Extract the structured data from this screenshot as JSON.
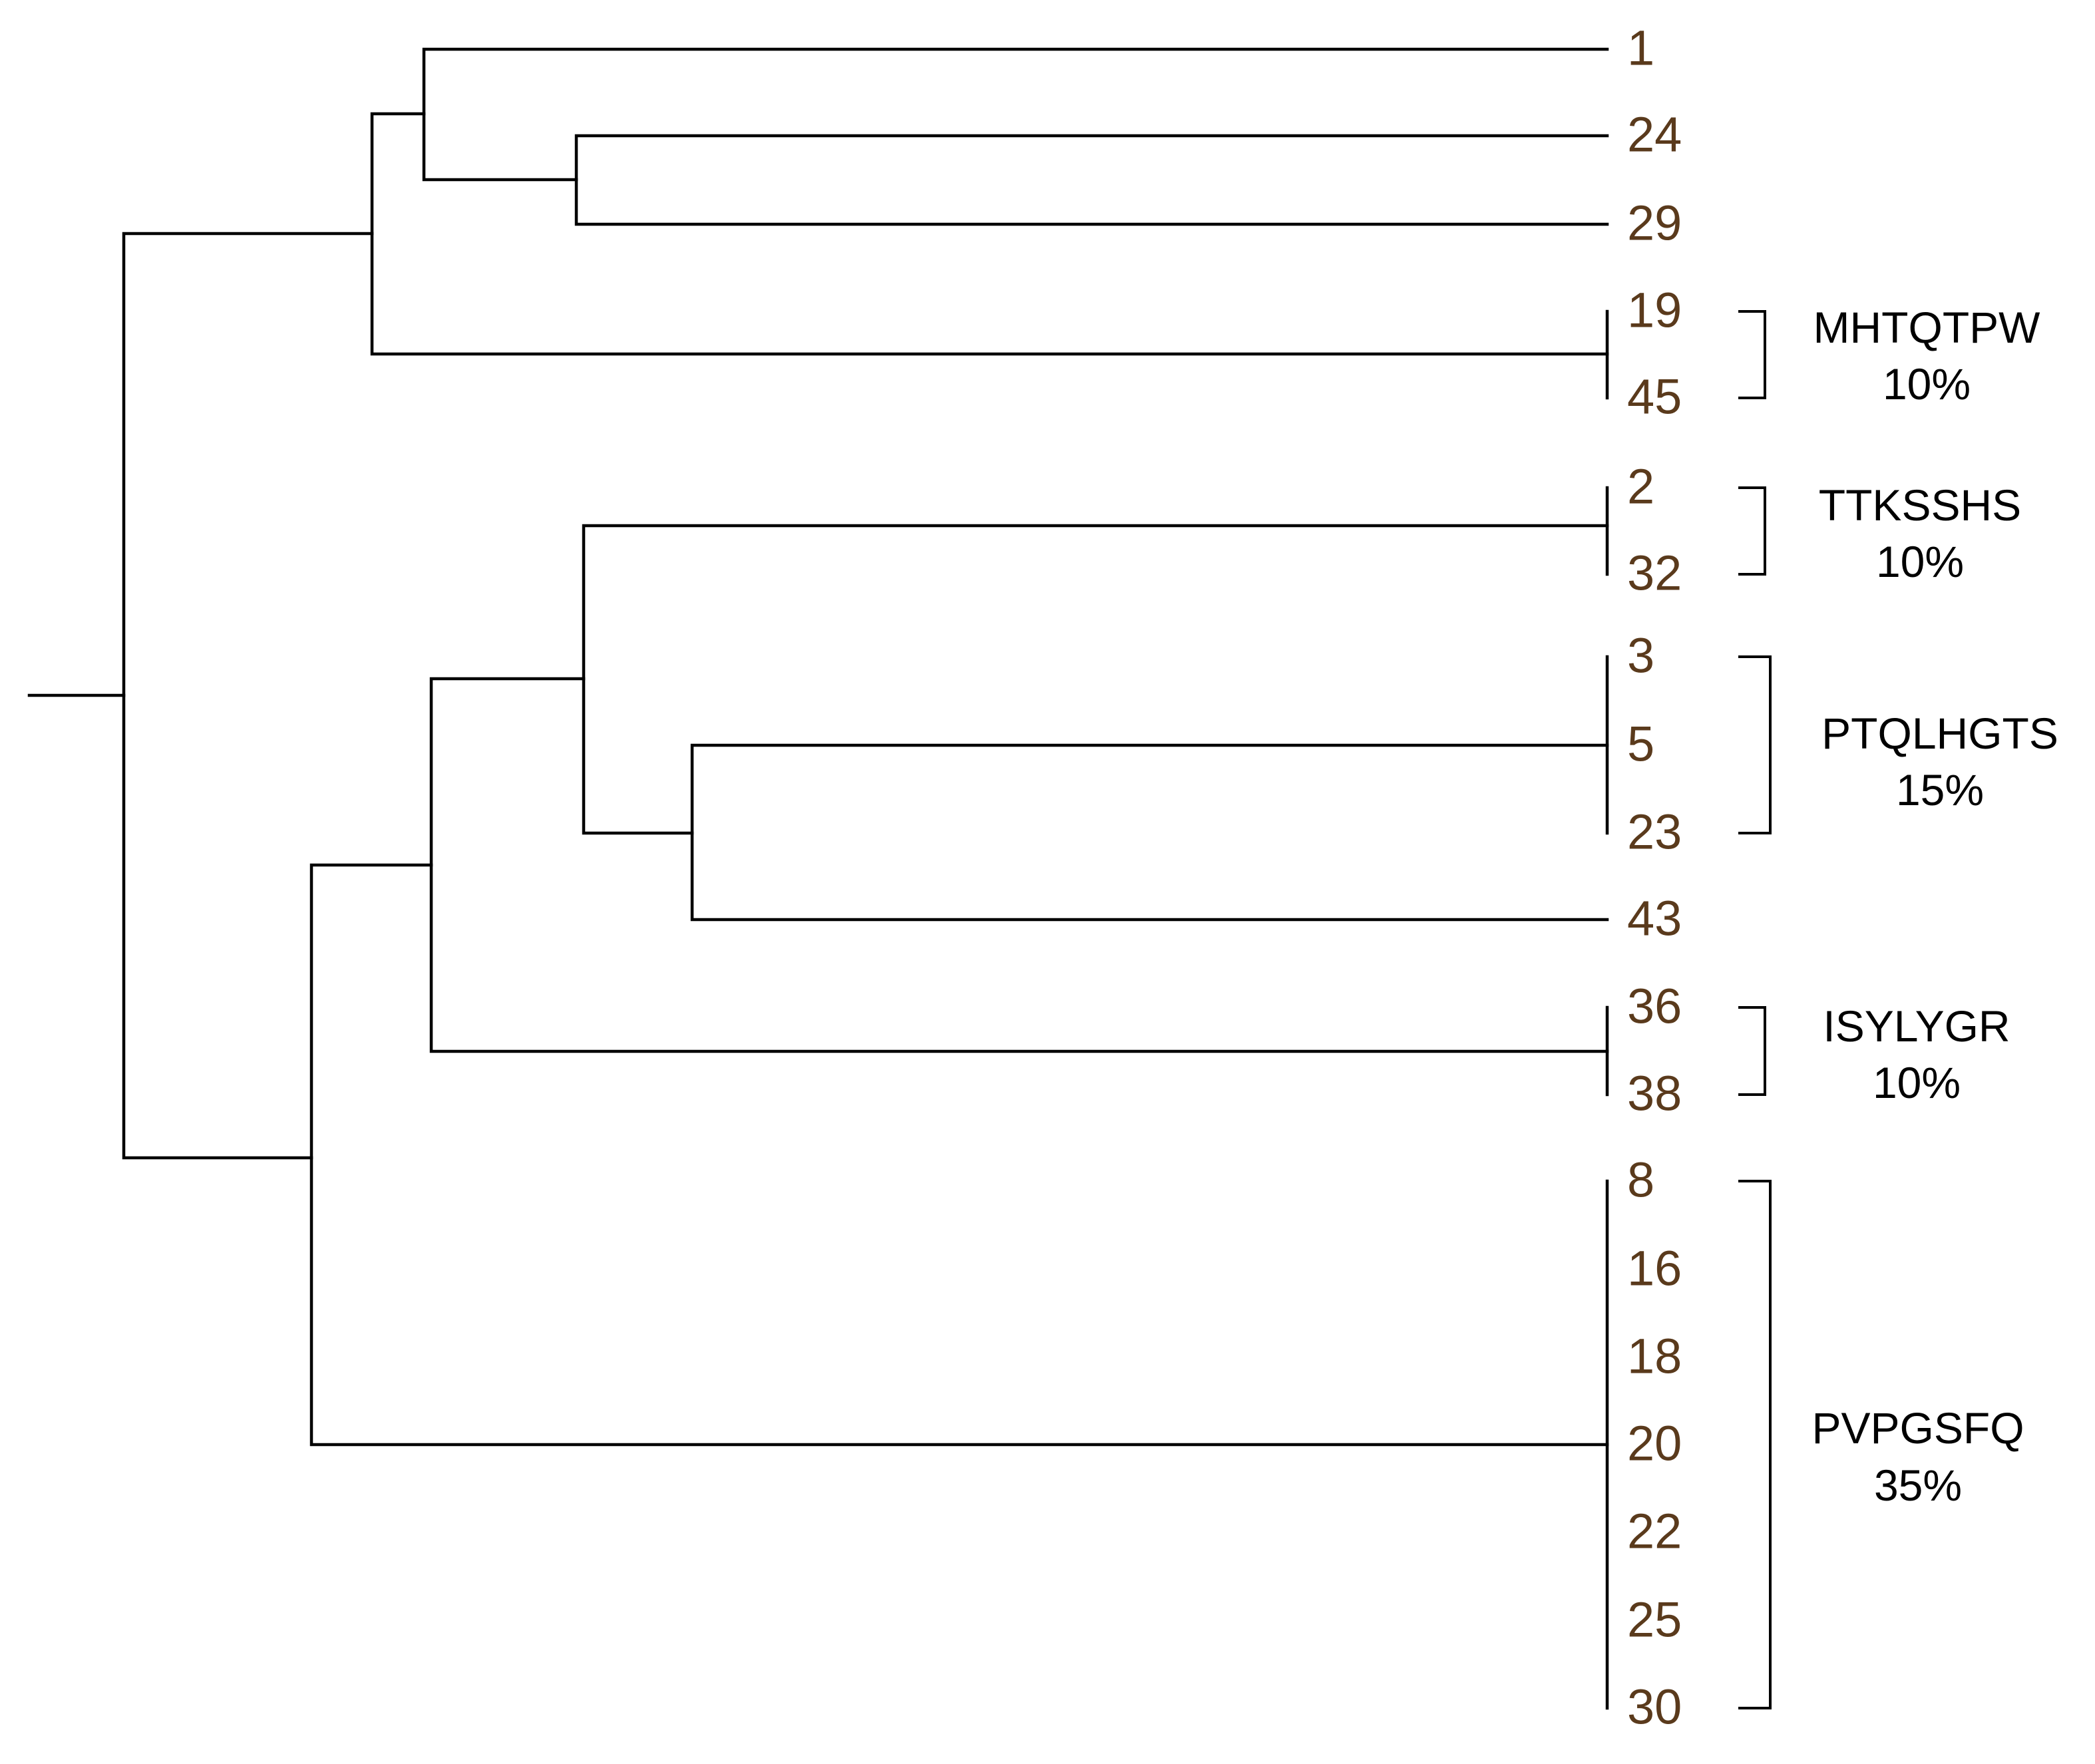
{
  "dendrogram": {
    "leaves": [
      "1",
      "24",
      "29",
      "19",
      "45",
      "2",
      "32",
      "3",
      "5",
      "23",
      "43",
      "36",
      "38",
      "8",
      "16",
      "18",
      "20",
      "22",
      "25",
      "30"
    ],
    "clusters": [
      {
        "sequence": "MHTQTPW",
        "percent": "10%",
        "members": [
          "19",
          "45"
        ]
      },
      {
        "sequence": "TTKSSHS",
        "percent": "10%",
        "members": [
          "2",
          "32"
        ]
      },
      {
        "sequence": "PTQLHGTS",
        "percent": "15%",
        "members": [
          "3",
          "5",
          "23"
        ]
      },
      {
        "sequence": "ISYLYGR",
        "percent": "10%",
        "members": [
          "36",
          "38"
        ]
      },
      {
        "sequence": "PVPGSFQ",
        "percent": "35%",
        "members": [
          "8",
          "16",
          "18",
          "20",
          "22",
          "25",
          "30"
        ]
      }
    ]
  }
}
